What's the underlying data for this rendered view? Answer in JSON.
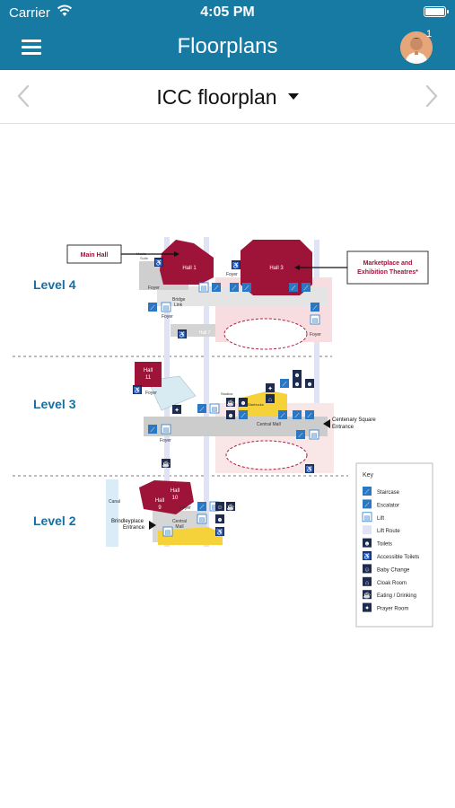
{
  "status_bar": {
    "carrier": "Carrier",
    "time": "4:05 PM"
  },
  "nav": {
    "title": "Floorplans",
    "notification_count": "1"
  },
  "selector": {
    "title": "ICC floorplan"
  },
  "floorplan": {
    "levels": [
      "Level 4",
      "Level 3",
      "Level 2"
    ],
    "callouts": {
      "main_hall": "Main Hall",
      "marketplace_line1": "Marketplace and",
      "marketplace_line2": "Exhibition Theatres*"
    },
    "halls": {
      "hall1": "Hall 1",
      "hall3": "Hall 3",
      "hall11_a": "Hall",
      "hall11_b": "11",
      "hall10_a": "Hall",
      "hall10_b": "10",
      "hall9_a": "Hall",
      "hall9_b": "9",
      "hall7": "Hall 7"
    },
    "area_labels": {
      "foyer": "Foyer",
      "bridge_a": "Bridge",
      "bridge_b": "Link",
      "central_mall": "Central Mall",
      "centenary_a": "Centenary Square",
      "centenary_b": "Entrance",
      "brindley_a": "Brindleyplace",
      "brindley_b": "Entrance",
      "canal": "Canal",
      "studios": "Studios",
      "central_mall_l2a": "Central",
      "central_mall_l2b": "Mall",
      "media_a": "Media",
      "media_b": "Suite",
      "starbucks": "Starbucks"
    },
    "key": {
      "title": "Key",
      "items": [
        "Staircase",
        "Escalator",
        "Lift",
        "Lift Route",
        "Toilets",
        "Accessible Toilets",
        "Baby Change",
        "Cloak Room",
        "Eating / Drinking",
        "Prayer Room"
      ]
    },
    "colors": {
      "header_blue": "#177aa3",
      "hall_red": "#9e1439",
      "level_text": "#1a6e9e",
      "icon_blue": "#2a78c4",
      "icon_navy": "#1d2b4f",
      "mall_yellow": "#f5d23a",
      "corridor_grey": "#c9c9c9",
      "pink_area": "#f2c8cc"
    }
  }
}
